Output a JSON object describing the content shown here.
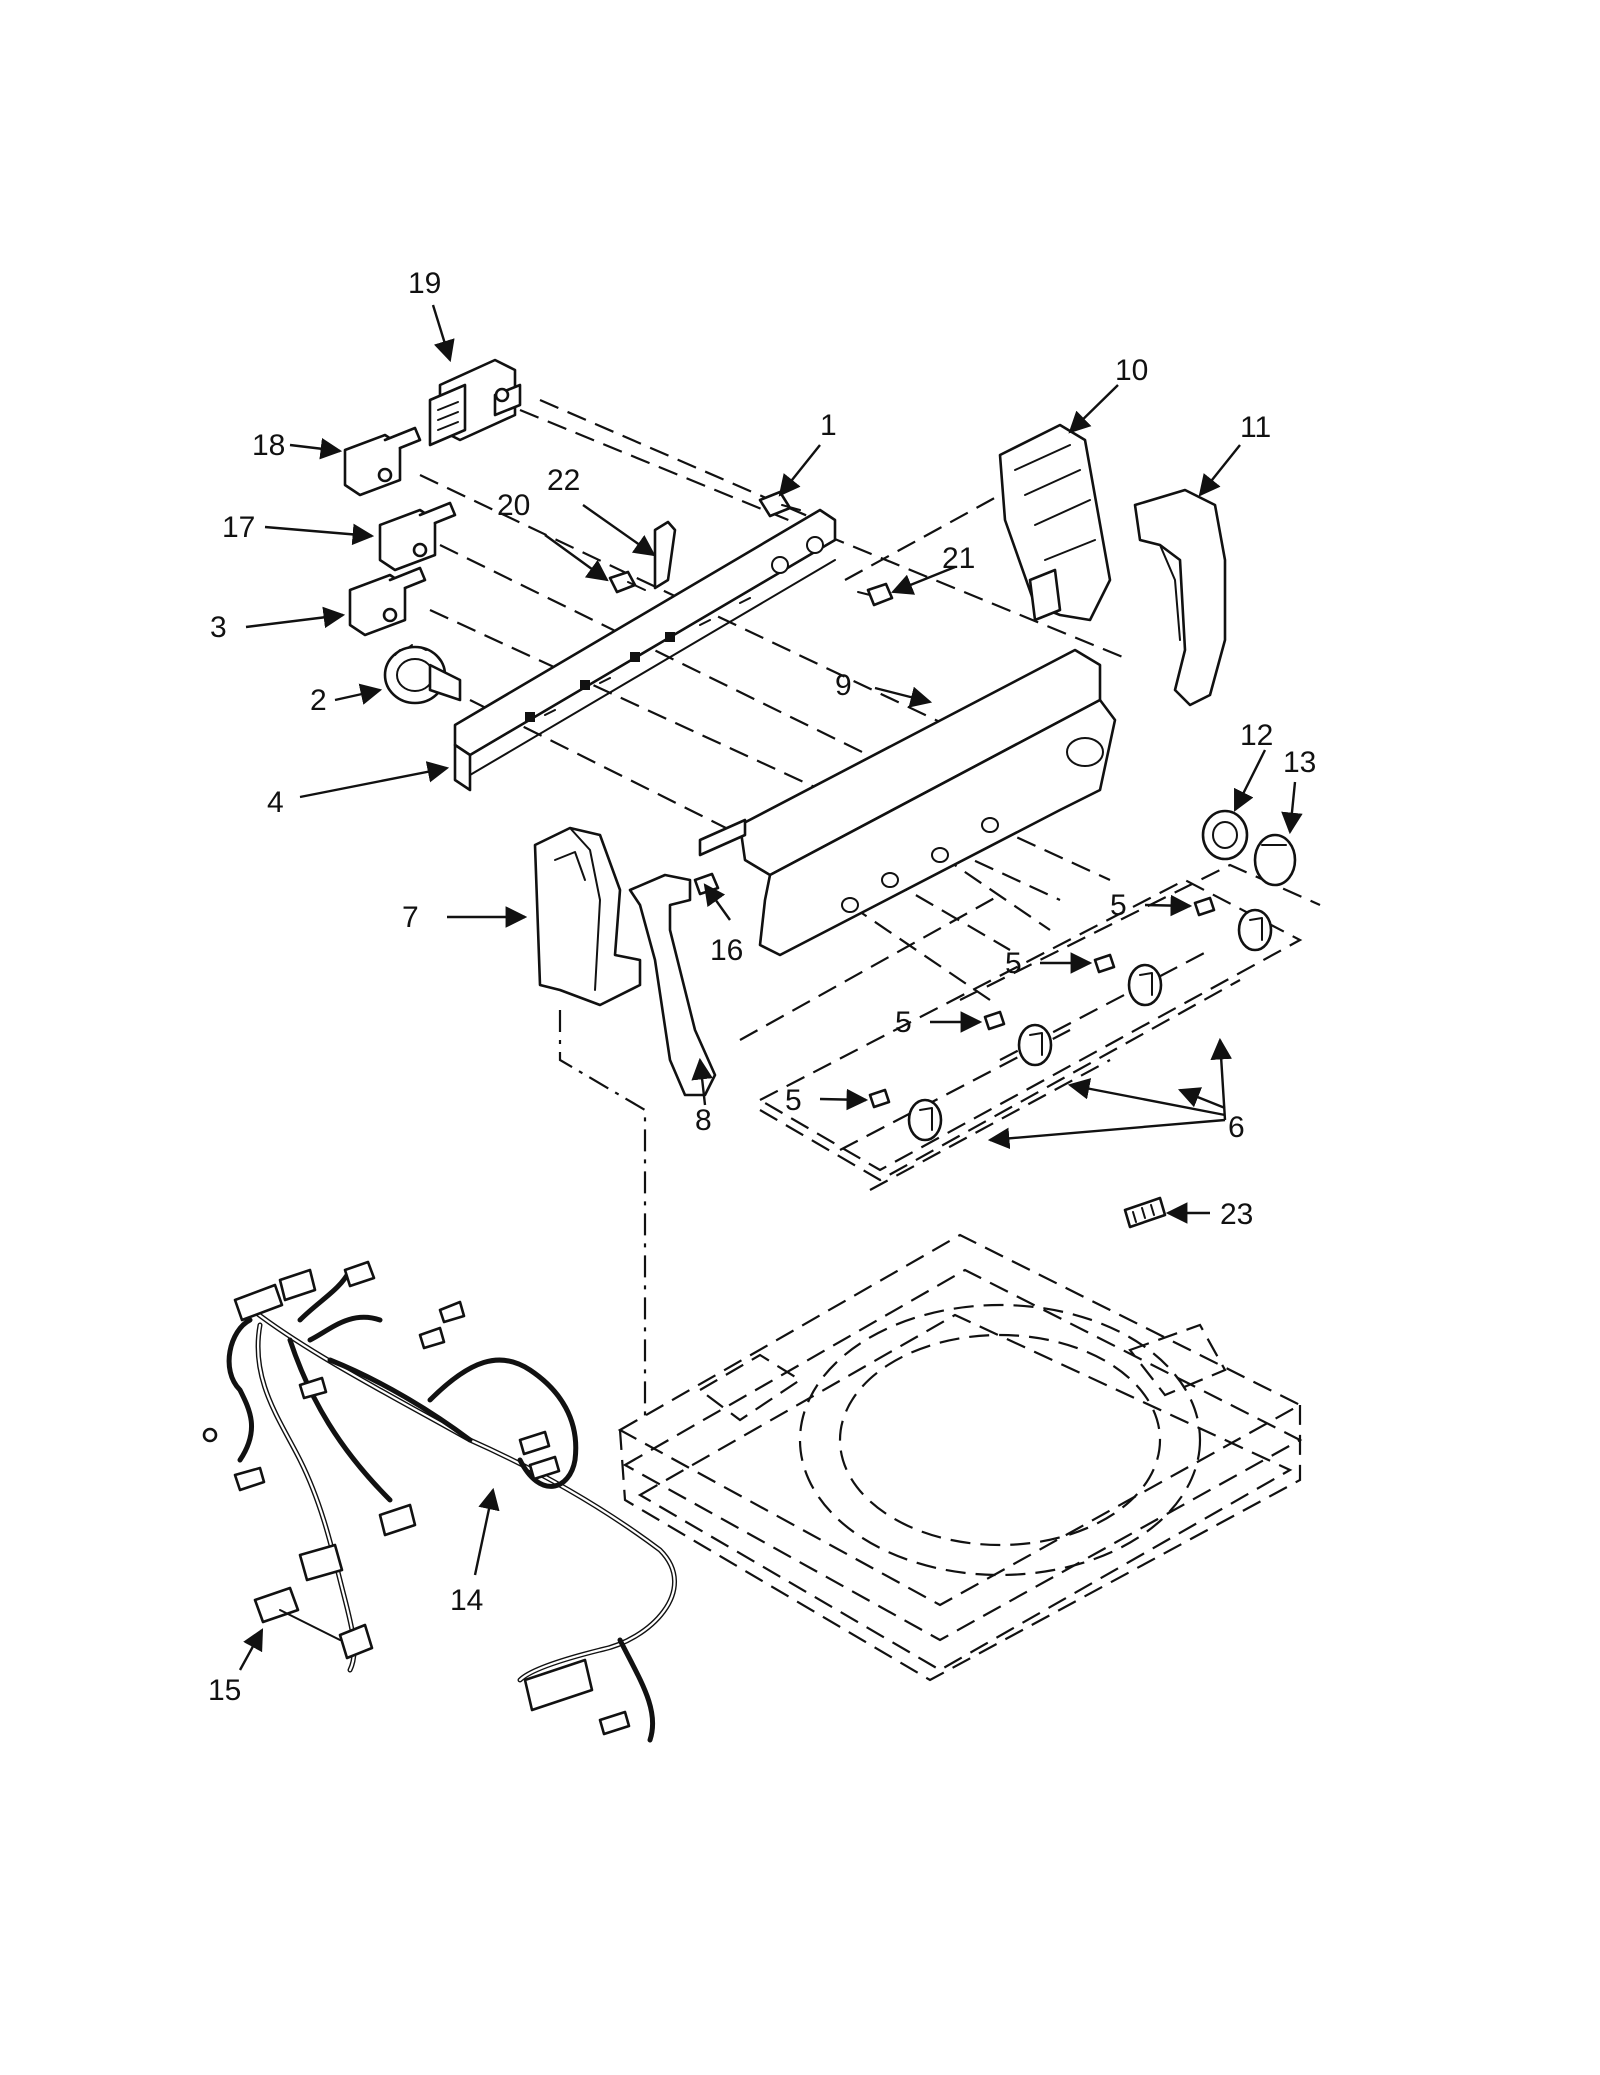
{
  "callouts": {
    "c1": "1",
    "c2": "2",
    "c3": "3",
    "c4": "4",
    "c5a": "5",
    "c5b": "5",
    "c5c": "5",
    "c5d": "5",
    "c6": "6",
    "c7": "7",
    "c8": "8",
    "c9": "9",
    "c10": "10",
    "c11": "11",
    "c12": "12",
    "c13": "13",
    "c14": "14",
    "c15": "15",
    "c16": "16",
    "c17": "17",
    "c18": "18",
    "c19": "19",
    "c20": "20",
    "c21": "21",
    "c22": "22",
    "c23": "23"
  },
  "colors": {
    "ink": "#111111",
    "paper": "#ffffff"
  }
}
